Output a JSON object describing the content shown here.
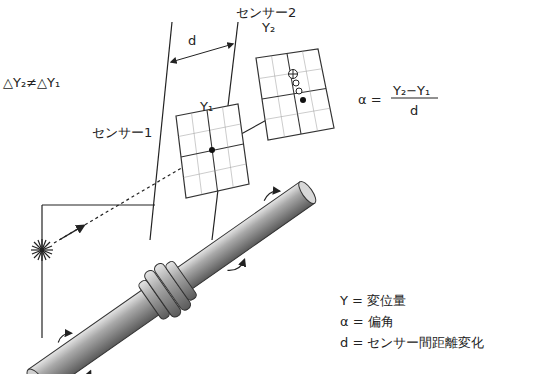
{
  "diagram": {
    "nodes": [
      {
        "text": [
          "センサー1",
          "Y₁"
        ]
      },
      {
        "text": [
          "センサー2",
          "Y₂"
        ]
      }
    ],
    "edges": [
      {
        "from": 0,
        "to": 1,
        "arrow": "none"
      }
    ],
    "labels": [
      "△Y₂≠△Y₁",
      "d",
      "α =",
      "Y₂−Y₁",
      "d",
      "Y = 変位量",
      "α = 偏角",
      "d = センサー間距離変化"
    ]
  }
}
